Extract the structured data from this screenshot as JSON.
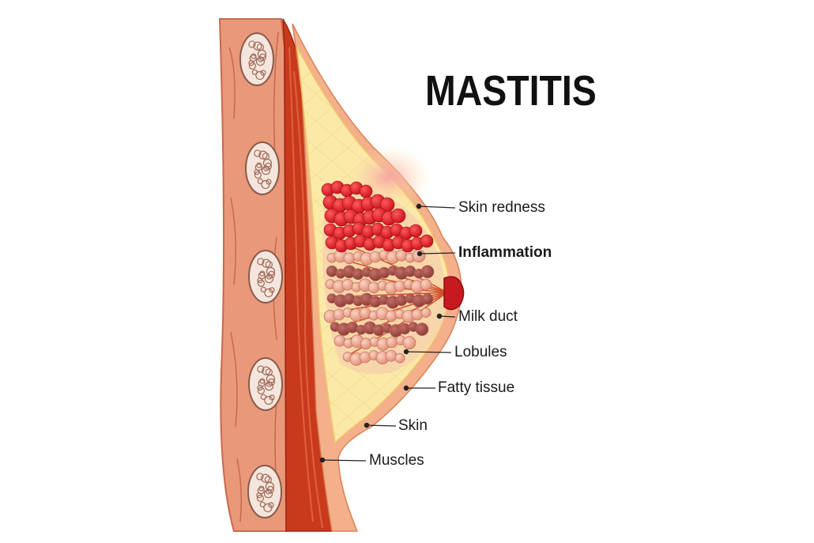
{
  "title": "MASTITIS",
  "labels": {
    "skin_redness": "Skin redness",
    "inflammation": "Inflammation",
    "milk_duct": "Milk duct",
    "lobules": "Lobules",
    "fatty_tissue": "Fatty tissue",
    "skin": "Skin",
    "muscles": "Muscles"
  },
  "colors": {
    "ribs_outer": "#e9987a",
    "rib_bone": "#f4e6dc",
    "muscle": "#c93a1c",
    "fat": "#fbe9a8",
    "lobule": "#eea48c",
    "inflamed": "#e5141e",
    "skin": "#f3b08a"
  }
}
